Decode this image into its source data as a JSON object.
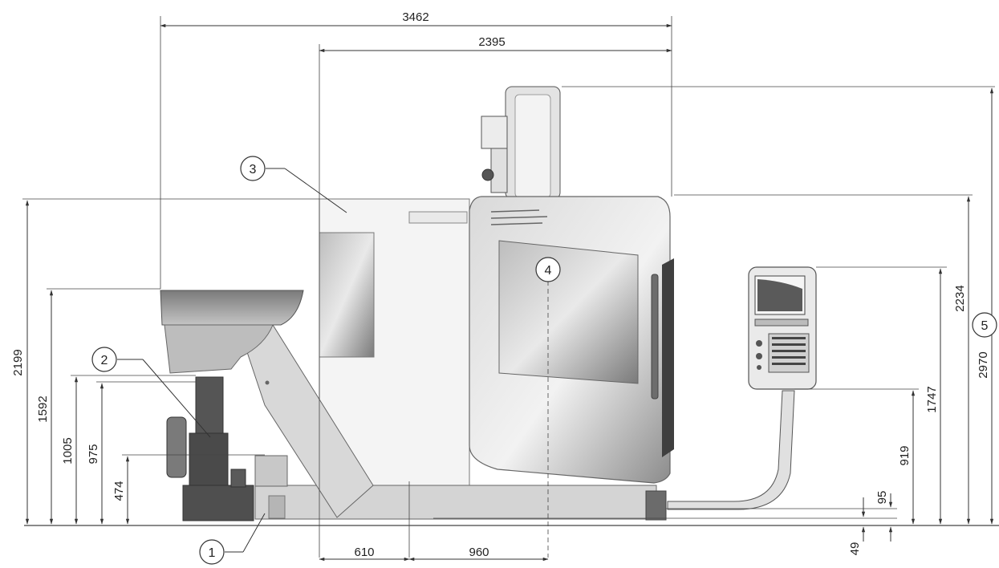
{
  "dimensions": {
    "overall_length": "3462",
    "cabin_length": "2395",
    "h_2199": "2199",
    "h_1592": "1592",
    "h_1005": "1005",
    "h_975": "975",
    "h_474": "474",
    "h_2234": "2234",
    "h_2970": "2970",
    "h_1747": "1747",
    "h_919": "919",
    "h_95": "95",
    "h_49": "49",
    "w_610": "610",
    "w_960": "960"
  },
  "callouts": [
    "1",
    "2",
    "3",
    "4",
    "5"
  ],
  "colors": {
    "body_light": "#e6e6e6",
    "body_mid": "#c9c9c9",
    "body_dark": "#8a8a8a",
    "unit_dark": "#4d4d4d",
    "line": "#333333"
  }
}
